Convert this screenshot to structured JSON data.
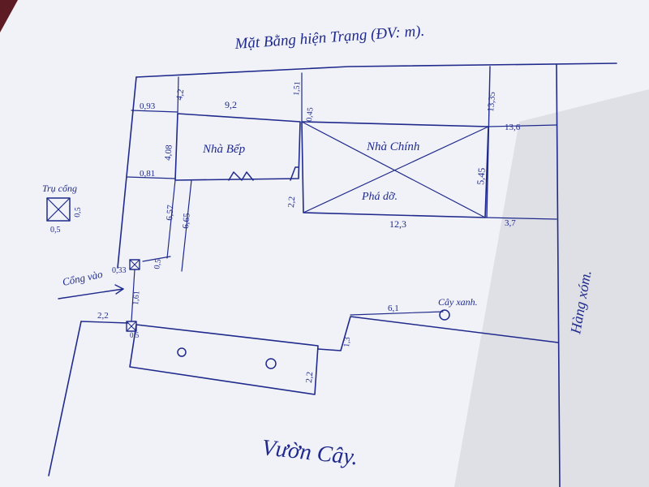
{
  "title": "Mặt Bằng hiện Trạng (ĐV: m).",
  "buildings": {
    "kitchen": "Nhà Bếp",
    "main_house": "Nhà Chính",
    "main_house_note": "Phá dỡ."
  },
  "legend": {
    "gate_post": "Trụ cổng",
    "gate_post_w": "0,5",
    "gate_post_h": "0,5"
  },
  "labels": {
    "gate": "Cổng vào",
    "tree": "Cây xanh.",
    "neighbor": "Hàng xóm.",
    "garden": "Vườn Cây."
  },
  "dims": {
    "top_offset": "4,2",
    "kitchen_top": "9,2",
    "main_top_left": "1,51",
    "main_top_left2": "0,45",
    "main_top_right": "13,35",
    "main_right_top": "13,6",
    "left_093": "0,93",
    "kitchen_h": "4,08",
    "left_081": "0,81",
    "v_657": "6,57",
    "v_665": "6,65",
    "gate_033": "0,33",
    "gate_05a": "0,5",
    "gate_161": "1,61",
    "main_h": "5,45",
    "main_gap": "2,2",
    "main_bottom": "12,3",
    "main_right_bottom": "3,7",
    "left_22": "2,2",
    "post_05": "0,5",
    "step_13": "1,3",
    "tree_61": "6,1",
    "strip_22": "2,2"
  }
}
